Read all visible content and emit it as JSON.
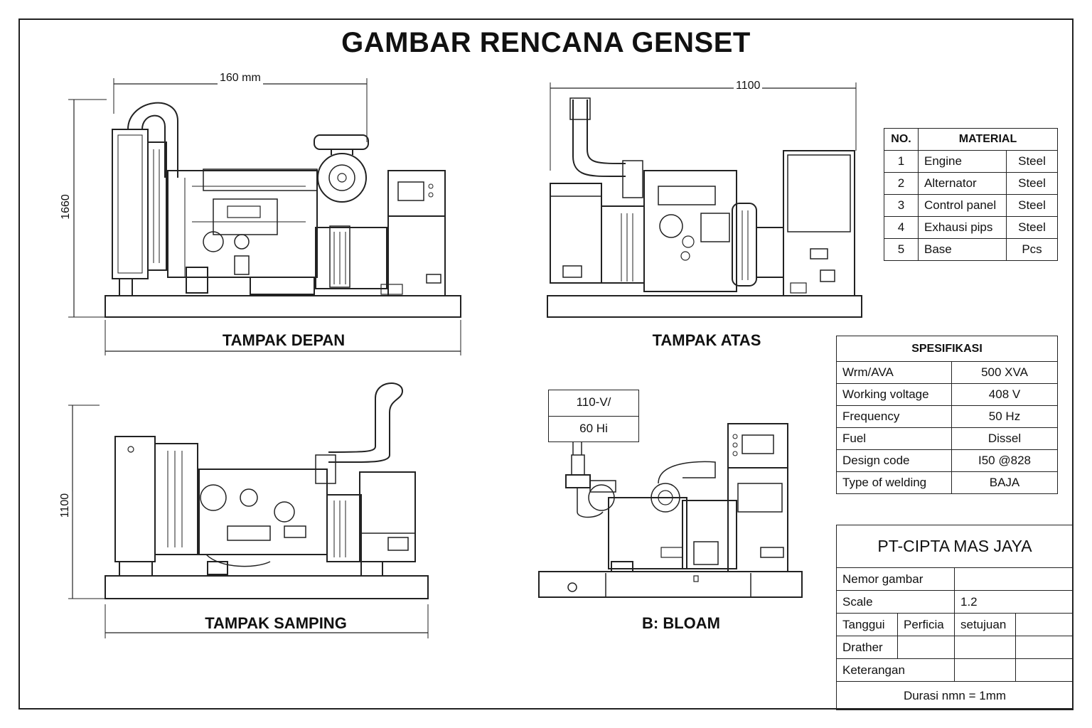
{
  "title": "GAMBAR RENCANA GENSET",
  "views": {
    "front": {
      "label": "TAMPAK DEPAN",
      "dim_width": "160 mm",
      "dim_height": "1660"
    },
    "top": {
      "label": "TAMPAK ATAS",
      "dim_width": "1100"
    },
    "side": {
      "label": "TAMPAK SAMPING",
      "dim_height": "1100"
    },
    "b": {
      "label": "B: BLOAM",
      "tag_line1": "110-V/",
      "tag_line2": "60 Hi"
    }
  },
  "material_table": {
    "headers": [
      "NO.",
      "MATERIAL"
    ],
    "rows": [
      {
        "no": "1",
        "name": "Engine",
        "material": "Steel"
      },
      {
        "no": "2",
        "name": "Alternator",
        "material": "Steel"
      },
      {
        "no": "3",
        "name": "Control panel",
        "material": "Steel"
      },
      {
        "no": "4",
        "name": "Exhausi pips",
        "material": "Steel"
      },
      {
        "no": "5",
        "name": "Base",
        "material": "Pcs"
      }
    ]
  },
  "spec_table": {
    "header": "SPESIFIKASI",
    "rows": [
      {
        "label": "Wrm/AVA",
        "value": "500 XVA"
      },
      {
        "label": "Working voltage",
        "value": "408 V"
      },
      {
        "label": "Frequency",
        "value": "50 Hz"
      },
      {
        "label": "Fuel",
        "value": "Dissel"
      },
      {
        "label": "Design code",
        "value": "I50 @828"
      },
      {
        "label": "Type of welding",
        "value": "BAJA"
      }
    ]
  },
  "title_block": {
    "company": "PT-CIPTA MAS JAYA",
    "nemor_label": "Nemor gambar",
    "nemor_value": "",
    "scale_label": "Scale",
    "scale_value": "1.2",
    "tanggal_label": "Tanggui",
    "perficia_label": "Perficia",
    "setujuan_label": "setujuan",
    "drather_label": "Drather",
    "keterangan_label": "Keterangan",
    "note": "Durasi nmn = 1mm"
  }
}
